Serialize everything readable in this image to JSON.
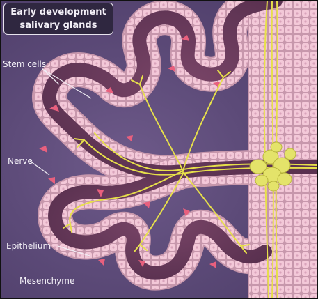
{
  "title": {
    "line1": "Early development",
    "line2": "salivary glands"
  },
  "labels": {
    "stem_cells": "Stem cells",
    "nerve": "Nerve",
    "epithelium": "Epithelium",
    "mesenchyme": "Mesenchyme"
  },
  "colors": {
    "mesenchyme": "#5d4b79",
    "epithelium_cell": "#f3c8d8",
    "lumen": "#6a3d5f",
    "stem_cell": "#e8607e",
    "nerve": "#e7e04a",
    "ganglion": "#e4e36a"
  }
}
